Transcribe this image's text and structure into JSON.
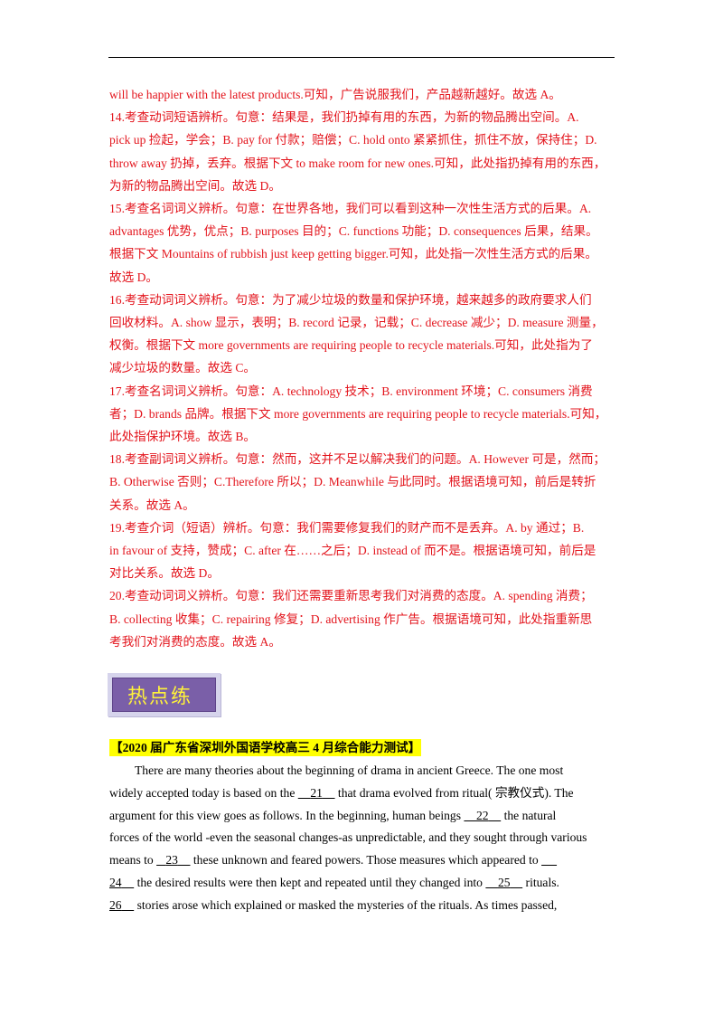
{
  "answers": [
    [
      "will be happier with the latest products.可知，广告说服我们，产品越新越好。故选 A。"
    ],
    [
      "14.考查动词短语辨析。句意：结果是，我们扔掉有用的东西，为新的物品腾出空间。A.",
      "pick up 捡起，学会；B. pay for 付款；赔偿；C. hold onto 紧紧抓住，抓住不放，保持住；D.",
      "throw away 扔掉，丢弃。根据下文 to make room for new ones.可知，此处指扔掉有用的东西，",
      "为新的物品腾出空间。故选 D。"
    ],
    [
      "15.考查名词词义辨析。句意：在世界各地，我们可以看到这种一次性生活方式的后果。A.",
      "advantages 优势，优点；B. purposes 目的；C. functions 功能；D. consequences 后果，结果。",
      "根据下文 Mountains of rubbish just keep getting bigger.可知，此处指一次性生活方式的后果。",
      "故选 D。"
    ],
    [
      "16.考查动词词义辨析。句意：为了减少垃圾的数量和保护环境，越来越多的政府要求人们",
      "回收材料。A. show 显示，表明；B. record 记录，记载；C. decrease 减少；D. measure 测量，",
      "权衡。根据下文 more governments are requiring people to recycle materials.可知，此处指为了",
      "减少垃圾的数量。故选 C。"
    ],
    [
      "17.考查名词词义辨析。句意：A. technology 技术；B. environment 环境；C. consumers 消费",
      "者；D. brands 品牌。根据下文 more governments are requiring people to recycle materials.可知，",
      "此处指保护环境。故选 B。"
    ],
    [
      "18.考查副词词义辨析。句意：然而，这并不足以解决我们的问题。A. However 可是，然而；",
      "B. Otherwise 否则；C.Therefore 所以；D. Meanwhile 与此同时。根据语境可知，前后是转折",
      "关系。故选 A。"
    ],
    [
      "19.考查介词（短语）辨析。句意：我们需要修复我们的财产而不是丢弃。A. by 通过；B.",
      "in favour of 支持，赞成；C. after 在……之后；D. instead of 而不是。根据语境可知，前后是",
      "对比关系。故选 D。"
    ],
    [
      "20.考查动词词义辨析。句意：我们还需要重新思考我们对消费的态度。A. spending 消费；",
      "B. collecting 收集；C. repairing 修复；D. advertising 作广告。根据语境可知，此处指重新思",
      "考我们对消费的态度。故选 A。"
    ]
  ],
  "section_badge": "热点练",
  "source_label": "【2020 届广东省深圳外国语学校高三 4 月综合能力测试】",
  "passage": {
    "l1": "There are many theories about the beginning of drama in ancient Greece. The one most",
    "l2a": "widely accepted today is based on the ",
    "b21": "21",
    "l2b": " that drama evolved from ritual( 宗教仪式). The",
    "l3a": "argument for this view goes as follows. In the beginning, human beings ",
    "b22": "22",
    "l3b": " the natural",
    "l4": "forces of the world -even the seasonal changes-as unpredictable, and they sought through various",
    "l5a": "means to ",
    "b23": "23",
    "l5b": " these unknown and feared powers. Those measures which appeared to ",
    "b24": "24",
    "l6b": " the desired results were then kept and repeated until they changed into ",
    "b25": "25",
    "l6c": " rituals.",
    "b26": "26",
    "l7b": " stories arose which explained or masked the mysteries of the rituals. As times passed,"
  }
}
